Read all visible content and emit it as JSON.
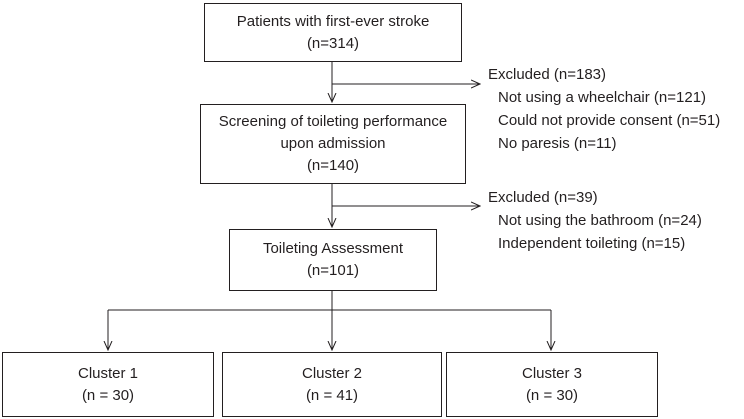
{
  "boxes": {
    "patients": {
      "title": "Patients with first-ever stroke",
      "count": "(n=314)"
    },
    "screening": {
      "title_line1": "Screening of toileting performance",
      "title_line2": "upon admission",
      "count": "(n=140)"
    },
    "assessment": {
      "title": "Toileting Assessment",
      "count": "(n=101)"
    },
    "cluster1": {
      "title": "Cluster 1",
      "count": "(n = 30)"
    },
    "cluster2": {
      "title": "Cluster 2",
      "count": "(n = 41)"
    },
    "cluster3": {
      "title": "Cluster 3",
      "count": "(n = 30)"
    }
  },
  "exclusions": {
    "first": {
      "heading": "Excluded (n=183)",
      "items": [
        "Not using a wheelchair (n=121)",
        "Could not provide consent (n=51)",
        "No paresis (n=11)"
      ]
    },
    "second": {
      "heading": "Excluded (n=39)",
      "items": [
        "Not using the bathroom (n=24)",
        "Independent toileting (n=15)"
      ]
    }
  },
  "colors": {
    "line": "#231f20",
    "text": "#231f20",
    "background": "#ffffff"
  }
}
